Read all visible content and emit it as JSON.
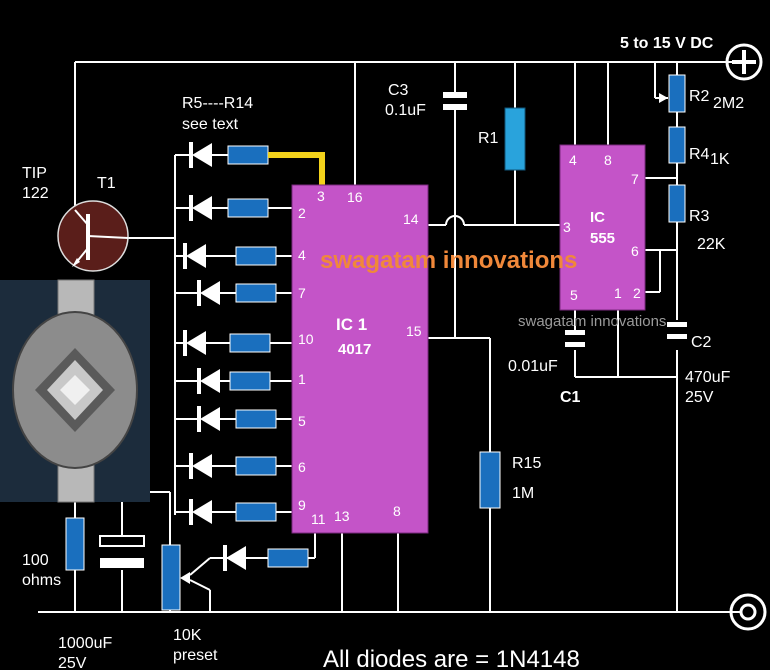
{
  "supply": {
    "label": "5 to 15 V DC",
    "plus_symbol": "+"
  },
  "transistor": {
    "type": "TIP",
    "number": "122",
    "designator": "T1"
  },
  "resistor_bank": {
    "title": "R5----R14",
    "subtitle": "see text"
  },
  "c3": {
    "name": "C3",
    "value": "0.1uF"
  },
  "r1": {
    "name": "R1"
  },
  "r2": {
    "name": "R2",
    "value": "2M2"
  },
  "r4": {
    "name": "R4",
    "value": "1K"
  },
  "r3": {
    "name": "R3",
    "value": "22K"
  },
  "ic555": {
    "line1": "IC",
    "line2": "555",
    "pins": {
      "p4": "4",
      "p8": "8",
      "p3": "3",
      "p7": "7",
      "p6": "6",
      "p5": "5",
      "p1": "1",
      "p2": "2"
    }
  },
  "ic4017": {
    "line1": "IC 1",
    "line2": "4017",
    "pins": {
      "p3": "3",
      "p16": "16",
      "p2": "2",
      "p14": "14",
      "p4": "4",
      "p7": "7",
      "p10": "10",
      "p15": "15",
      "p1": "1",
      "p5": "5",
      "p6": "6",
      "p9": "9",
      "p11": "11",
      "p13": "13",
      "p8": "8"
    }
  },
  "watermark_main": "swagatam innovations",
  "watermark_small": "swagatam innovations",
  "c1": {
    "name": "C1",
    "value": "0.01uF"
  },
  "c2": {
    "name": "C2",
    "value": "470uF",
    "voltage": "25V"
  },
  "r15": {
    "name": "R15",
    "value": "1M"
  },
  "r_motor": {
    "value": "100",
    "unit": "ohms"
  },
  "cap_big": {
    "value": "1000uF",
    "voltage": "25V"
  },
  "preset": {
    "value": "10K",
    "type": "preset"
  },
  "footer_note": "All diodes are = 1N4148",
  "colors": {
    "ic": "#c454c8",
    "resistor": "#1a6fbe",
    "r1": "#29a3dc",
    "transistor": "#5a1e1a",
    "watermark": "#f0883a",
    "highlight_wire": "#f3d21b",
    "motor_body": "#8c8c8c"
  }
}
